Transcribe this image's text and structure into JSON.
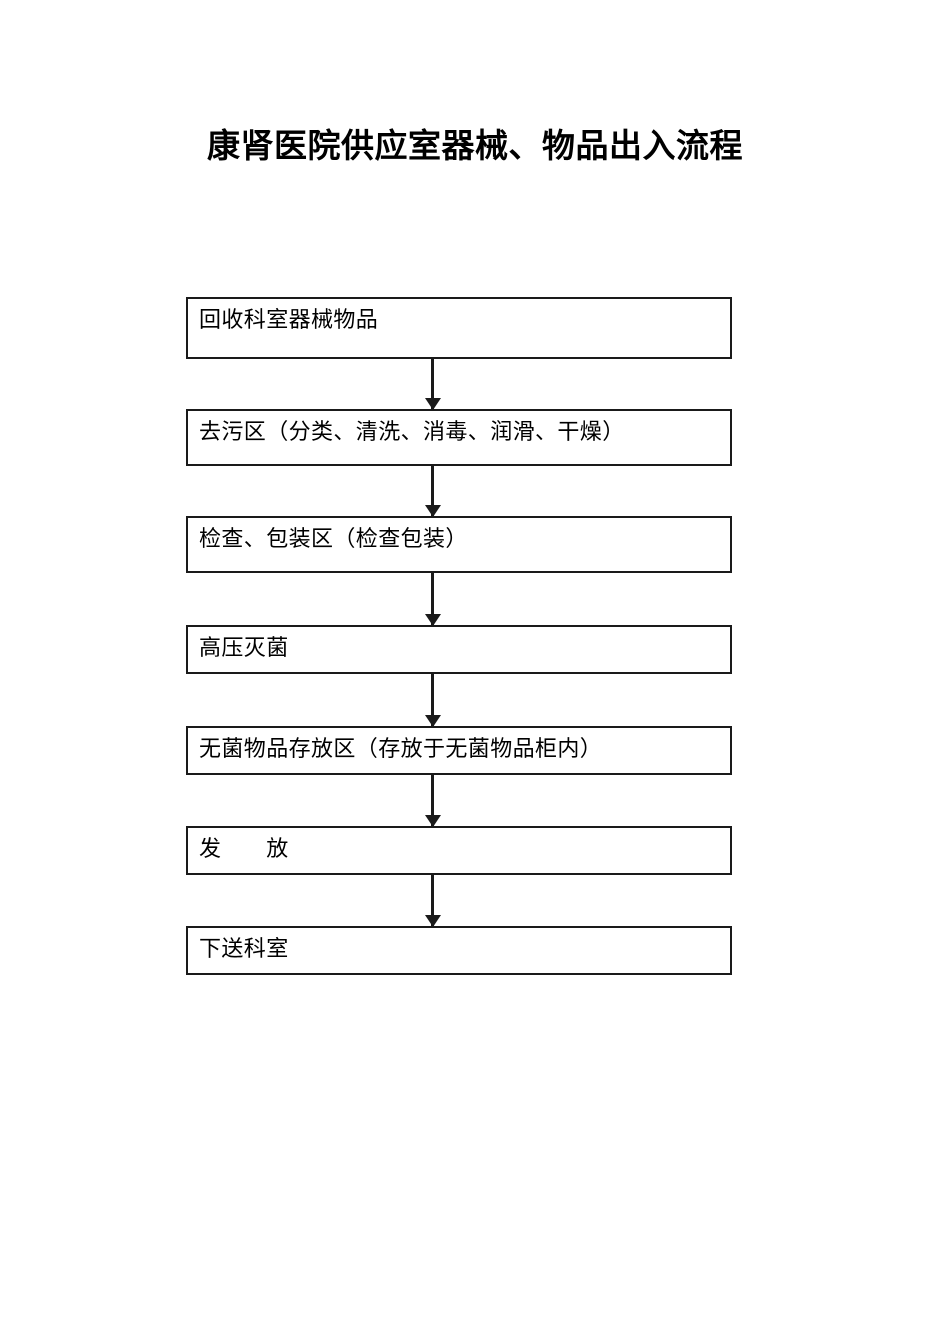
{
  "document": {
    "title": "康肾医院供应室器械、物品出入流程",
    "background_color": "#ffffff",
    "text_color": "#000000",
    "border_color": "#1a1a1a"
  },
  "flowchart": {
    "type": "vertical-process-flow",
    "orientation": "top-to-bottom",
    "connector_icon": "down-arrow-icon",
    "steps": [
      {
        "index": 1,
        "label": "回收科室器械物品"
      },
      {
        "index": 2,
        "label": "去污区（分类、清洗、消毒、润滑、干燥）"
      },
      {
        "index": 3,
        "label": "检查、包装区（检查包装）"
      },
      {
        "index": 4,
        "label": "高压灭菌"
      },
      {
        "index": 5,
        "label": "无菌物品存放区（存放于无菌物品柜内）"
      },
      {
        "index": 6,
        "label": "发　　放"
      },
      {
        "index": 7,
        "label": "下送科室"
      }
    ]
  }
}
